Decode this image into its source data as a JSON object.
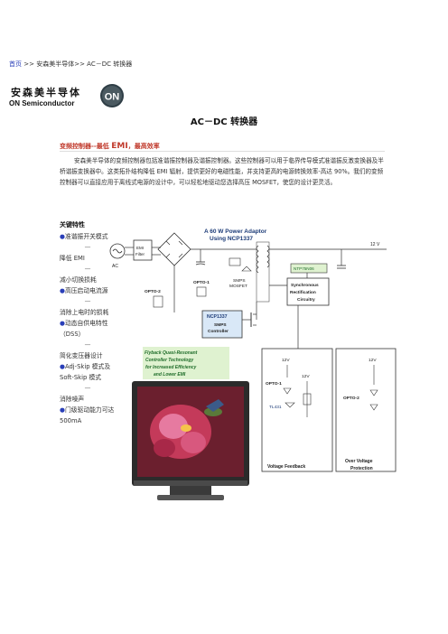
{
  "breadcrumb": {
    "home": "首页",
    "sep": ">>",
    "rest": "安森美半导体>> AC－DC 转换器"
  },
  "logo": {
    "cn": "安森美半导体",
    "en": "ON Semiconductor",
    "mark": "ON"
  },
  "page_title": "AC－DC 转换器",
  "subhead": {
    "text1": "变频控制器--最低 ",
    "text2": "EMI",
    "text3": "，最高效率"
  },
  "intro": "安森美半导体的变频控制器包括准谐振控制器及谐振控制器。这些控制器可以用于临界传导模式准谐振反激变换器及半桥谐振变换器中。这类拓扑结构降低 EMI 辐射，提供更好的电磁性能，并支持更高的电源转换效率-高达 90%。我们的变频控制器可以直接应用于离线式电源的设计中，可以轻松地驱动您选择高压 MOSFET，使您的设计更灵活。",
  "features_title": "关键特性",
  "features": [
    "准谐振开关模式",
    "降低 EMI",
    "减小切换损耗",
    "高压启动电流源",
    "消除上电时的损耗",
    "动态自供电特性（DSS）",
    "简化变压器设计",
    "Adj-Skip 模式及 Soft-Skip 模式",
    "消除噪声",
    "门级驱动能力可达 500mA"
  ],
  "feature_dash": "—",
  "figure": {
    "adaptor_title_1": "A 60 W Power Adaptor",
    "adaptor_title_2": "Using NCP1337",
    "ac": "AC",
    "emi_1": "EMI",
    "emi_2": "Filter",
    "opto1": "OPTO-1",
    "opto2": "OPTO-2",
    "smps_1": "SMPS",
    "smps_2": "MOSFET",
    "ncp": "NCP1337",
    "ncp_sub_1": "SMPS",
    "ncp_sub_2": "Controller",
    "ntp": "NTP75N06",
    "sync_1": "Synchronous",
    "sync_2": "Rectification",
    "sync_3": "Circuitry",
    "out_12v": "12 V",
    "flyback_1": "Flyback Quasi-Resonant",
    "flyback_2": "Controller Technology",
    "flyback_3": "for Increased Efficiency",
    "flyback_4": "and Lower EMI",
    "v12": "12V",
    "opto1b": "OPTO-1",
    "tl431": "TL431",
    "opto2b": "OPTO-2",
    "vf": "Voltage Feedback",
    "ovp_1": "Over Voltage",
    "ovp_2": "Protection"
  },
  "colors": {
    "link": "#2a3fb8",
    "subhead": "#c0392b",
    "box_green": "#dff2d0",
    "box_blue": "#d9e8f7",
    "box_yellow": "#fff5c2"
  }
}
